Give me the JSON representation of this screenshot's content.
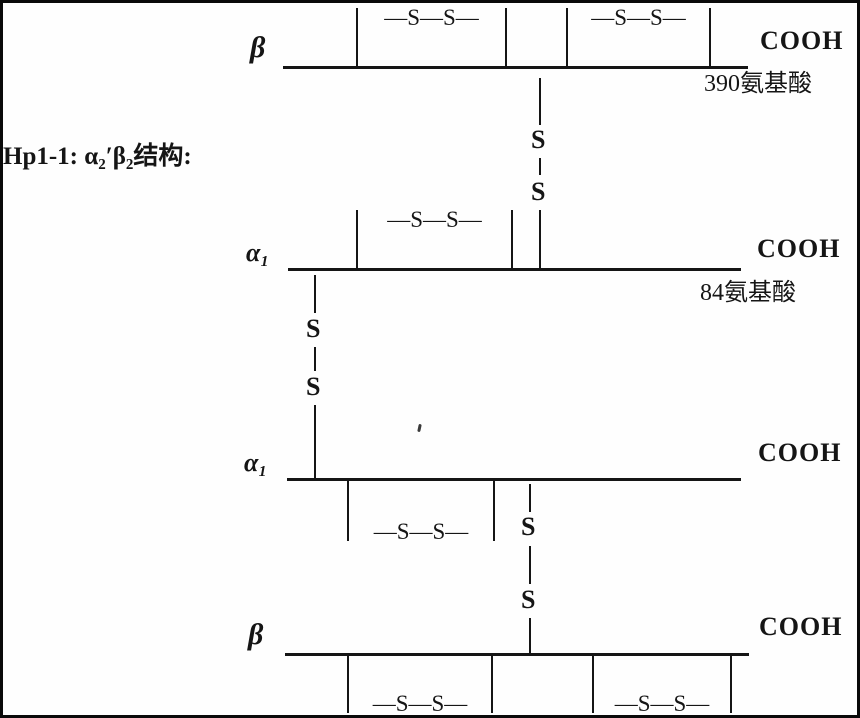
{
  "title": "Hp1-1: α₂′β₂结构:",
  "sulfur": "S",
  "disulfide_loop": "—S—S—",
  "chains": {
    "beta_top": {
      "label": "β",
      "terminus": "COOH",
      "length": "390氨基酸"
    },
    "alpha1_upper": {
      "label": "α₁",
      "terminus": "COOH",
      "length": "84氨基酸"
    },
    "alpha1_lower": {
      "label": "α₁",
      "terminus": "COOH"
    },
    "beta_bottom": {
      "label": "β",
      "terminus": "COOH"
    }
  }
}
